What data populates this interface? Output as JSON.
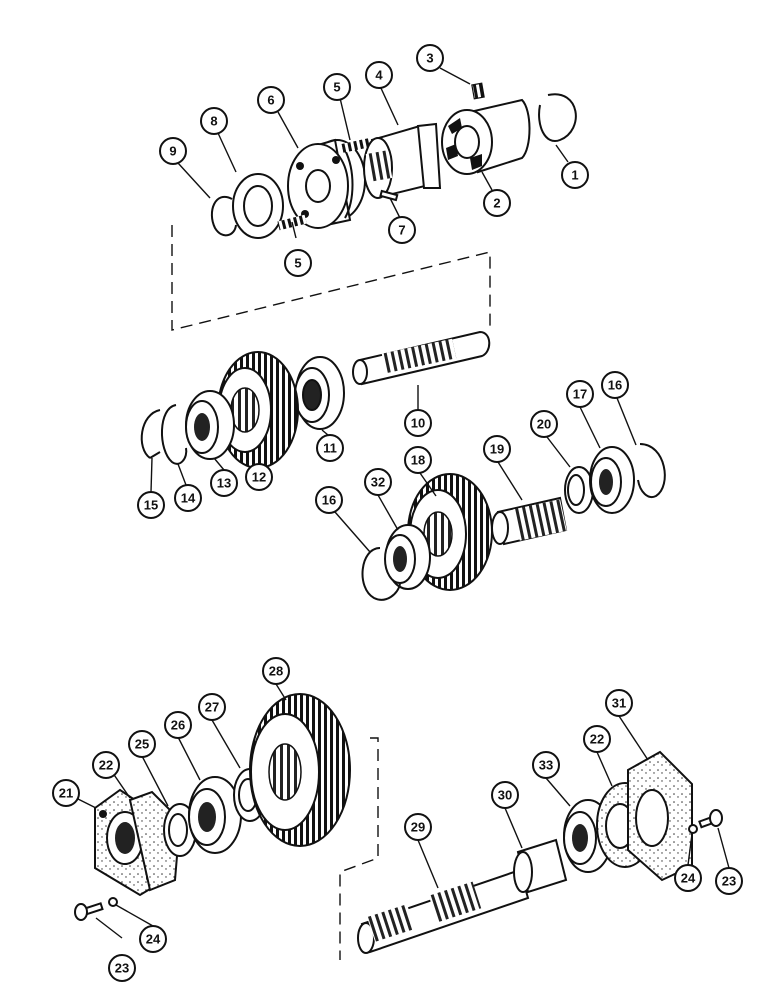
{
  "callouts": {
    "c1": "1",
    "c2": "2",
    "c3": "3",
    "c4": "4",
    "c5a": "5",
    "c5b": "5",
    "c6": "6",
    "c7": "7",
    "c8": "8",
    "c9": "9",
    "c10": "10",
    "c11": "11",
    "c12": "12",
    "c13": "13",
    "c14": "14",
    "c15": "15",
    "c16a": "16",
    "c16b": "16",
    "c17": "17",
    "c18": "18",
    "c19": "19",
    "c20": "20",
    "c21": "21",
    "c22a": "22",
    "c22b": "22",
    "c23a": "23",
    "c23b": "23",
    "c24a": "24",
    "c24b": "24",
    "c25": "25",
    "c26": "26",
    "c27": "27",
    "c28": "28",
    "c29": "29",
    "c30": "30",
    "c31": "31",
    "c32": "32",
    "c33": "33"
  }
}
